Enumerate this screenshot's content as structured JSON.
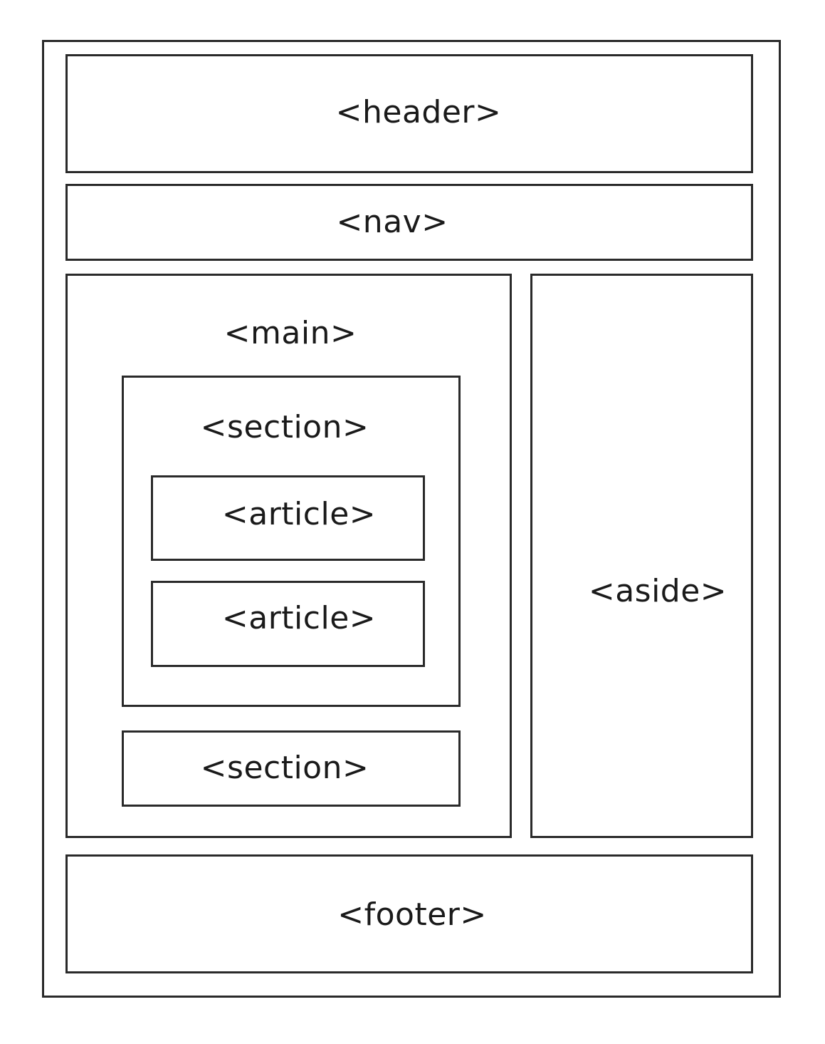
{
  "diagram": {
    "labels": {
      "header": "<header>",
      "nav": "<nav>",
      "main": "<main>",
      "section_1": "<section>",
      "article_1": "<article>",
      "article_2": "<article>",
      "section_2": "<section>",
      "aside": "<aside>",
      "footer": "<footer>"
    },
    "colors": {
      "border": "#2a2a2a",
      "background": "#ffffff",
      "text": "#1a1a1a"
    }
  }
}
